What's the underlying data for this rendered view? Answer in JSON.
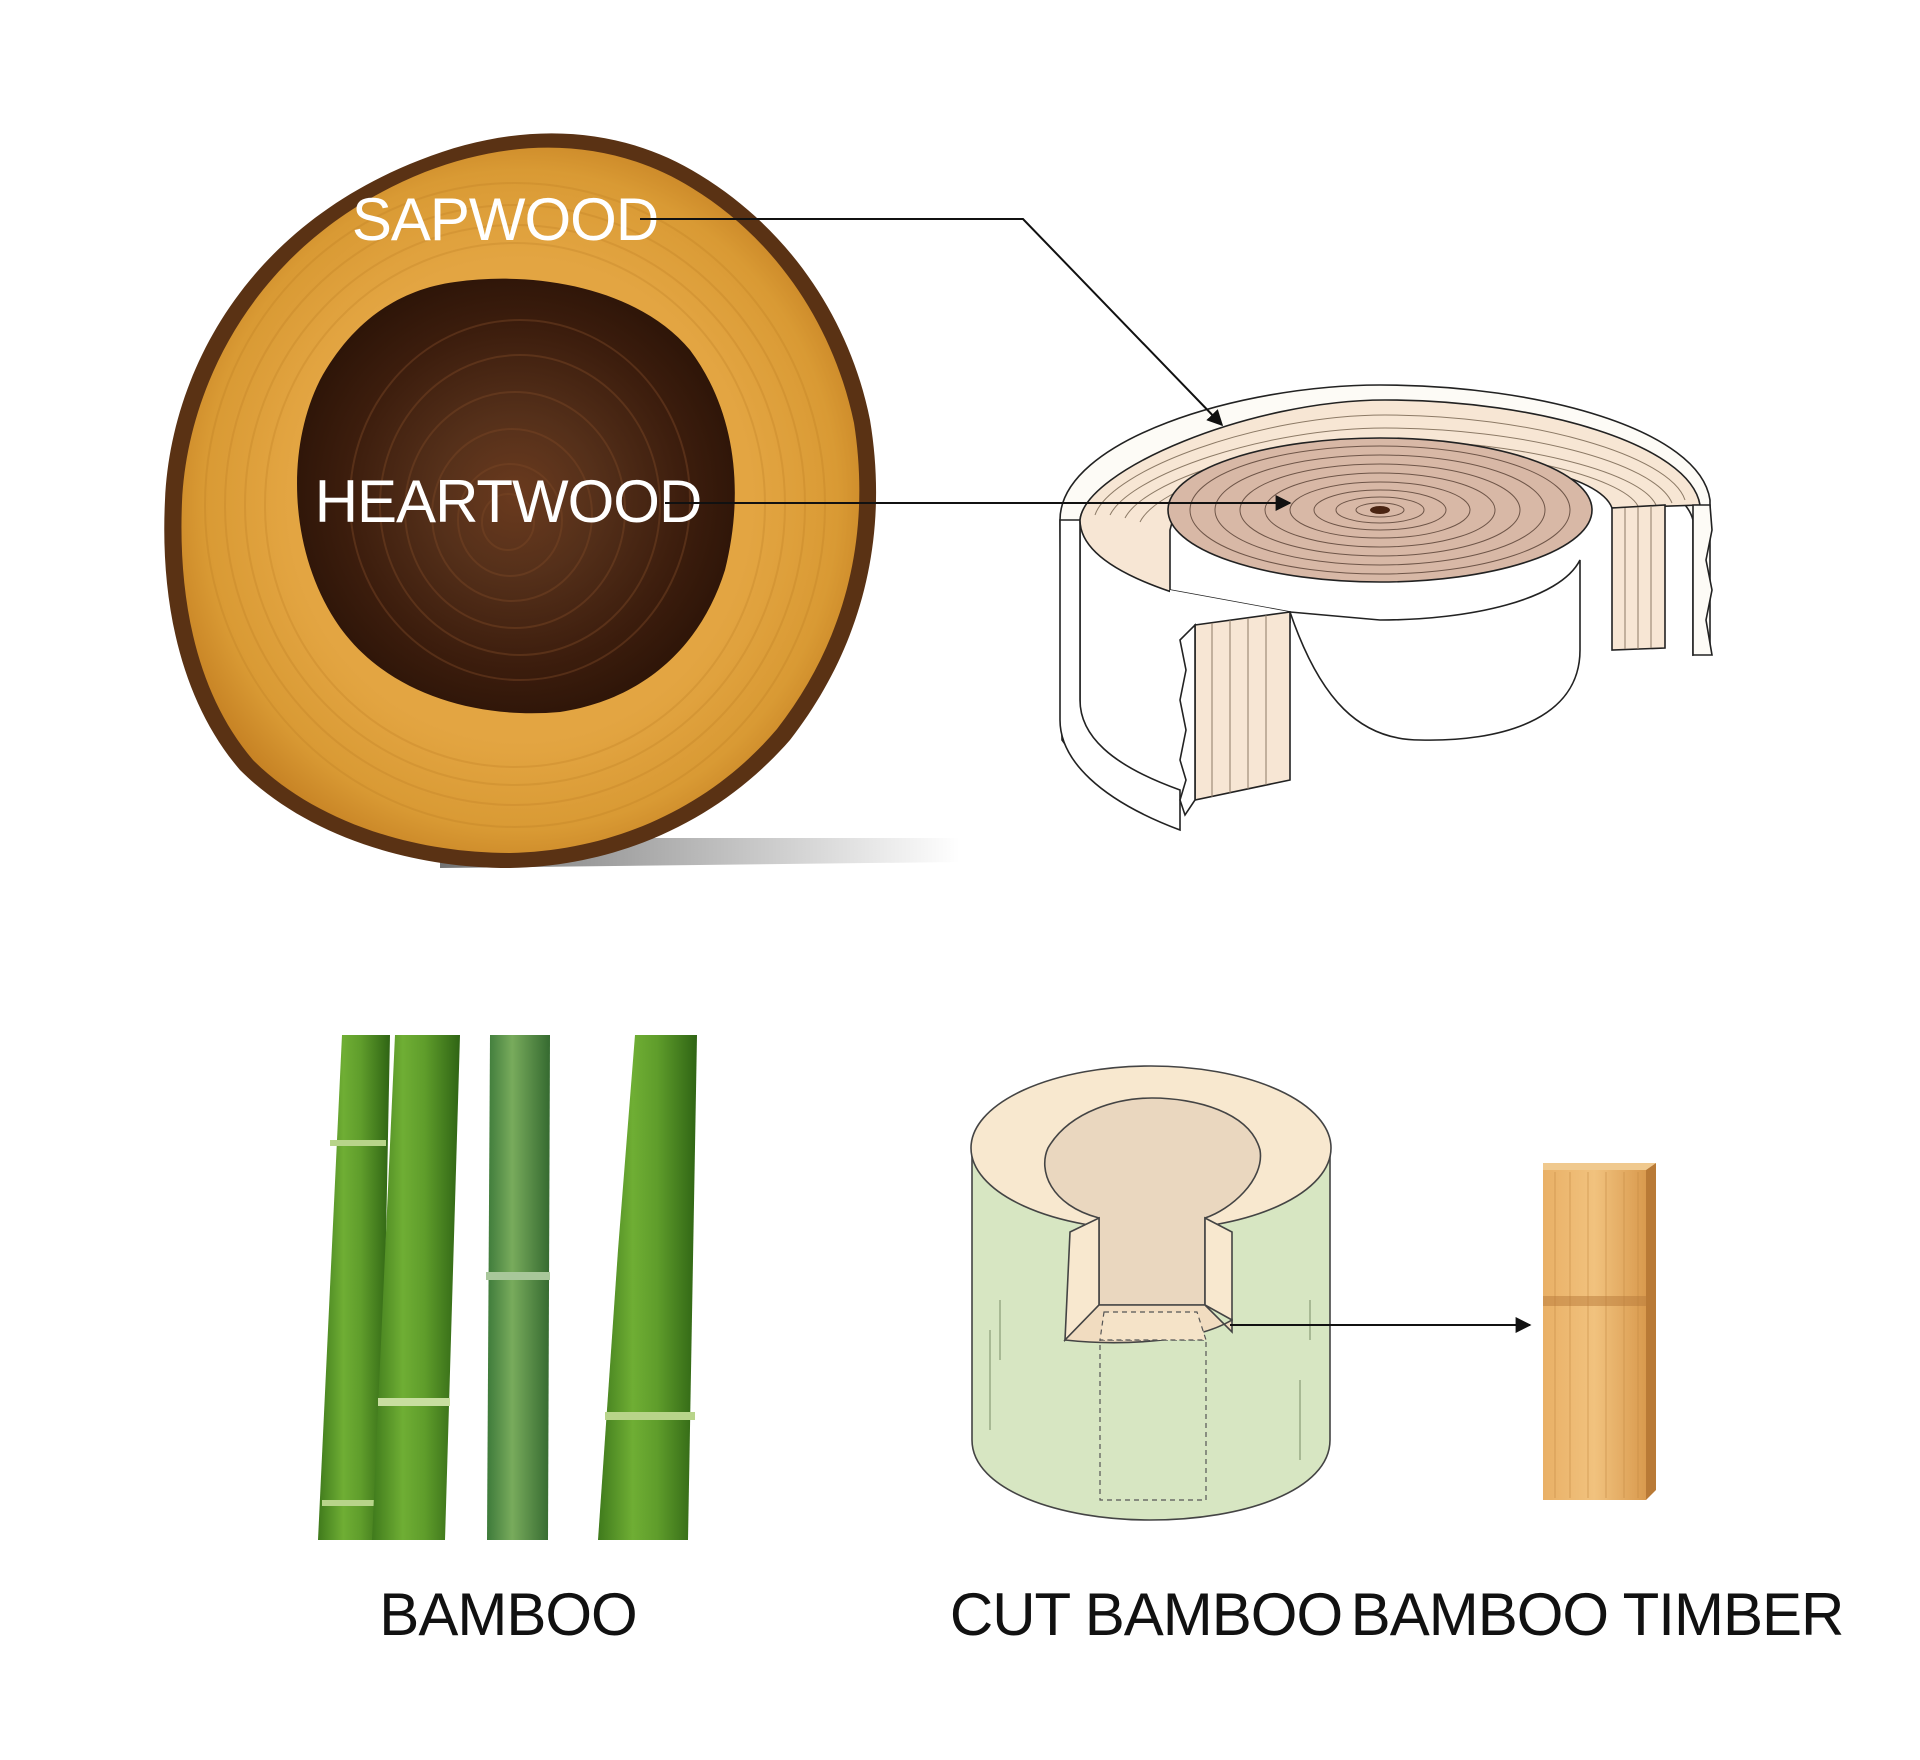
{
  "labels": {
    "sapwood": "SAPWOOD",
    "heartwood": "HEARTWOOD",
    "bamboo": "BAMBOO",
    "cut_bamboo": "CUT BAMBOO",
    "bamboo_timber": "BAMBOO TIMBER"
  },
  "colors": {
    "sapwood": "#d9962f",
    "heartwood": "#4a2412",
    "bark": "#5a3214",
    "sapwood_illustration": "#f7e6d4",
    "heartwood_illustration": "#d8b8a6",
    "bamboo_green": "#5d9a2a",
    "cut_bamboo_outer": "#d7e6c2",
    "cut_bamboo_top": "#f8e8cf",
    "bamboo_timber": "#e2a65a",
    "leader": "#111111"
  }
}
